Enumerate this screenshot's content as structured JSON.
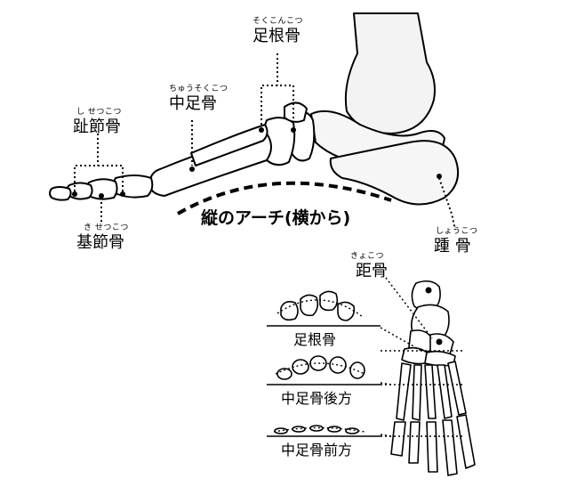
{
  "labels": {
    "tarsals": {
      "text": "足根骨",
      "ruby": "そくこんこつ"
    },
    "metatarsals": {
      "text": "中足骨",
      "ruby": "ちゅうそくこつ"
    },
    "phalanges": {
      "text": "趾節骨",
      "ruby": "し せつこつ"
    },
    "proximal_phalanx": {
      "text": "基節骨",
      "ruby": "き せつこつ"
    },
    "calcaneus": {
      "text": "踵 骨",
      "ruby": "しょうこつ"
    },
    "talus": {
      "text": "距骨",
      "ruby": "きょこつ"
    },
    "arch": "縦のアーチ(横から)"
  },
  "sections": {
    "tarsal": "足根骨",
    "metatarsal_rear": "中足骨後方",
    "metatarsal_front": "中足骨前方"
  }
}
